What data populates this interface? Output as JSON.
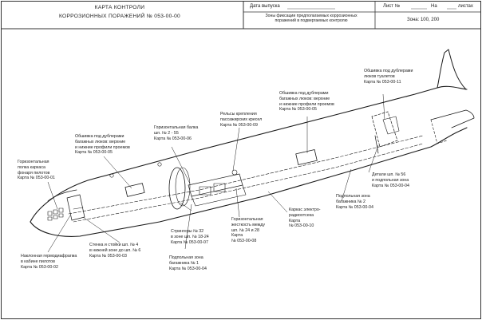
{
  "header": {
    "title_line1": "КАРТА КОНТРОЛИ",
    "title_line2": "КОРРОЗИОННЫХ ПОРАЖЕНИЙ № 053-00-00",
    "issue_date_label": "Дата выпуска",
    "sheet_label": "Лист №",
    "of_label": "На",
    "sheets_label": "листах",
    "zone_description": "Зоны фиксации предполагаемых коррозионных поражений в подвергаемых контролю",
    "zone_label": "Зона: 100, 200"
  },
  "callouts": [
    {
      "id": "c1",
      "text": "Горизонтальная\nполка каркаса\nфонаря пилотов\nКарта № 053-00-01"
    },
    {
      "id": "c2",
      "text": "Обшивка под дублерами\nбагажных люков: верхние\nи нижние профили проемов\nКарта № 053-00-05"
    },
    {
      "id": "c3",
      "text": "Горизонтальная балка\nшп. № 2 - 55\nКарта № 053-00-06"
    },
    {
      "id": "c4",
      "text": "Рельсы крепления\nпассажирских кресел\nКарта № 053-00-09"
    },
    {
      "id": "c5",
      "text": "Обшивка под дублерами\nбагажных люков: верхние\nи нижние профили проемов\nКарта № 053-00-05"
    },
    {
      "id": "c6",
      "text": "Обшивка под дублерами\nлюков туалетов\nКарта № 053-00-11"
    },
    {
      "id": "c7",
      "text": "Детали шп. № 56\nи подпольная зона\nКарта № 053-00-04"
    },
    {
      "id": "c8",
      "text": "Подпольная зона\nбагажника № 2\nКарта № 053-00-04"
    },
    {
      "id": "c9",
      "text": "Каркас электро-\nрадиоотсека\nКарта\n№ 053-00-10"
    },
    {
      "id": "c10",
      "text": "Горизонтальная\nжесткость между\nшп. № 24 и 28\nКарта\n№ 053-00-08"
    },
    {
      "id": "c11",
      "text": "Стрингеры № 32\nв зоне шп. № 18-24\nКарта № 053-00-07"
    },
    {
      "id": "c12",
      "text": "Подпольная зона\nбагажника № 1\nКарта № 053-00-04"
    },
    {
      "id": "c13",
      "text": "Стенка и стойки шп. № 4\nв нижней зоне до шп. № 6\nКарта № 053-00-03"
    },
    {
      "id": "c14",
      "text": "Наклонная гермодиафрагма\nв кабине пилотов\nКарта № 053-00-02"
    }
  ]
}
